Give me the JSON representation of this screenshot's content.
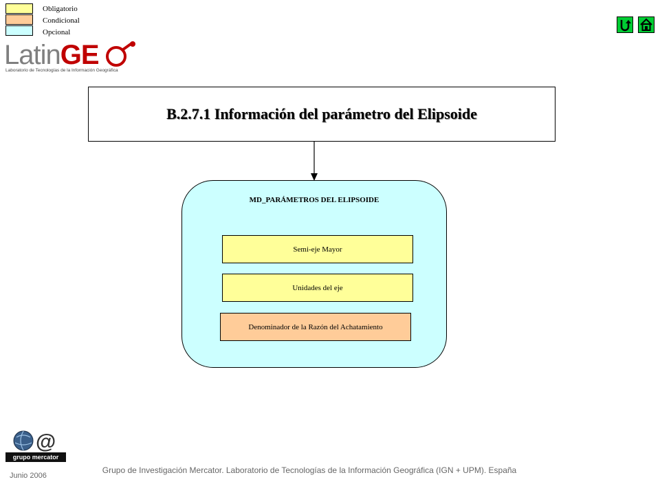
{
  "legend": {
    "items": [
      {
        "label": "Obligatorio",
        "color": "#ffff99"
      },
      {
        "label": "Condicional",
        "color": "#ffcc99"
      },
      {
        "label": "Opcional",
        "color": "#ccffff"
      }
    ]
  },
  "nav": {
    "back_icon": "u-turn-arrow-icon",
    "home_icon": "home-icon",
    "button_color": "#00cc33"
  },
  "logo": {
    "latin": "Latin",
    "geo": "GE",
    "subtitle": "Laboratorio de Tecnologías de la Información Geográfica"
  },
  "diagram": {
    "title": "B.2.7.1 Información del parámetro del Elipsoide",
    "container": {
      "title": "MD_PARÁMETROS  DEL ELIPSOIDE",
      "items": [
        {
          "label": "Semi-eje Mayor",
          "color": "#ffff99"
        },
        {
          "label": "Unidades del eje",
          "color": "#ffff99"
        },
        {
          "label": "Denominador de la Razón del Achatamiento",
          "color": "#ffcc99"
        }
      ]
    }
  },
  "footer": {
    "logo_text": "grupo mercator",
    "date": "Junio 2006",
    "text": "Grupo de Investigación Mercator. Laboratorio de Tecnologías de la Información Geográfica (IGN + UPM). España"
  }
}
